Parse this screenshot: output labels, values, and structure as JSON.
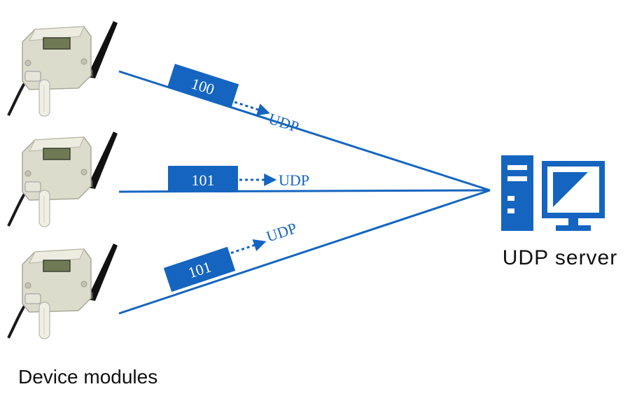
{
  "diagram": {
    "devices_label": "Device modules",
    "server_label": "UDP server",
    "accent_color": "#1565c0",
    "links": [
      {
        "packet": "100",
        "protocol": "UDP"
      },
      {
        "packet": "101",
        "protocol": "UDP"
      },
      {
        "packet": "101",
        "protocol": "UDP"
      }
    ],
    "icons": {
      "device": "wireless-sensor-device-icon",
      "server": "computer-server-icon"
    }
  }
}
